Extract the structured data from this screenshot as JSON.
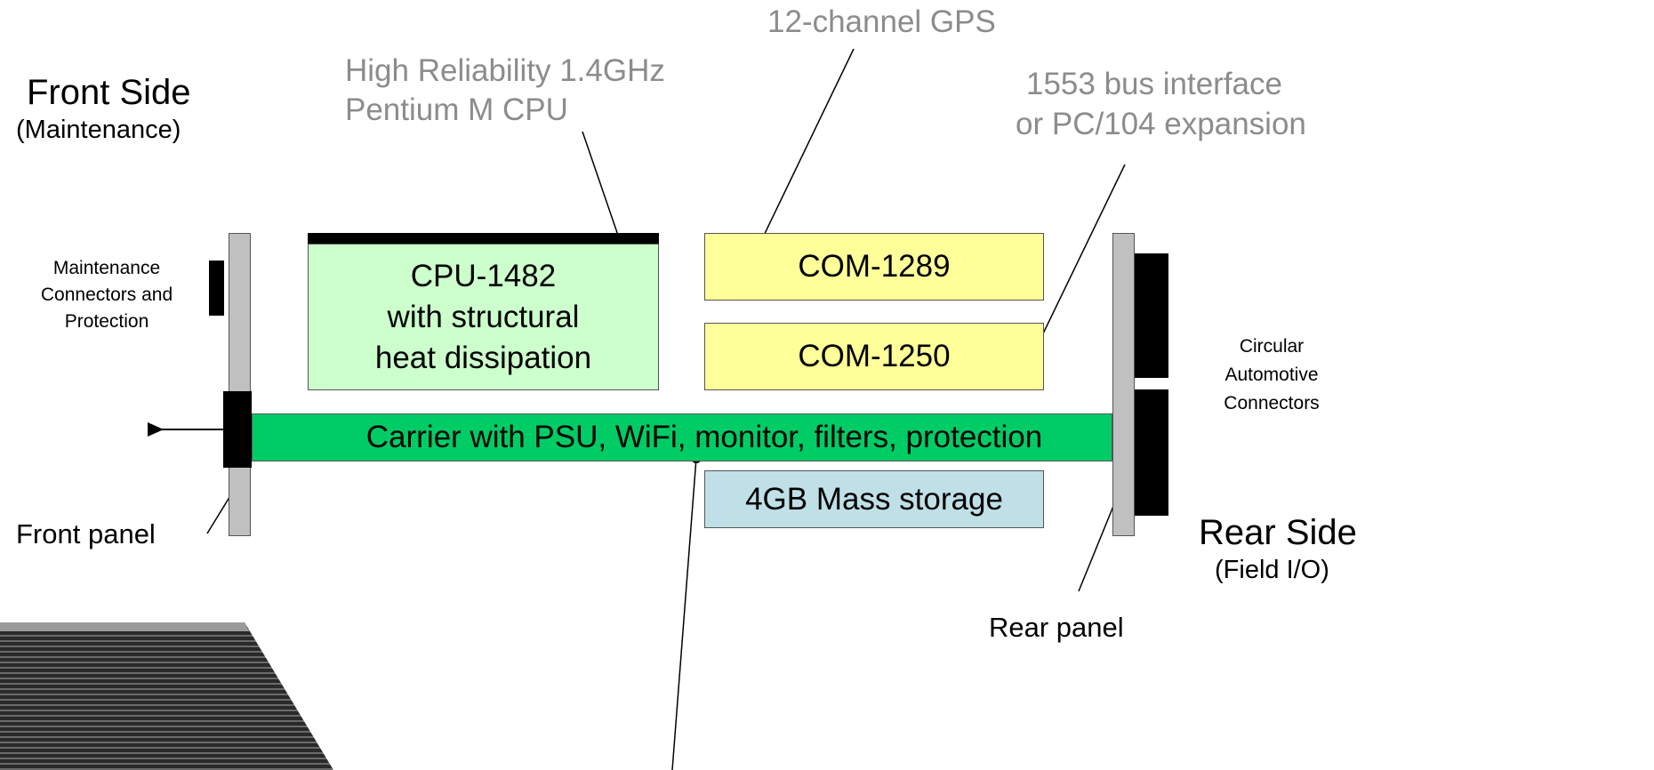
{
  "front": {
    "title": "Front Side",
    "subtitle": "(Maintenance)"
  },
  "rear": {
    "title": "Rear Side",
    "subtitle": "(Field I/O)"
  },
  "callouts": {
    "cpu_line1": "High Reliability 1.4GHz",
    "cpu_line2": "Pentium M CPU",
    "gps": "12-channel GPS",
    "bus_line1": "1553 bus interface",
    "bus_line2": "or PC/104 expansion"
  },
  "labels": {
    "maint_line1": "Maintenance",
    "maint_line2": "Connectors and",
    "maint_line3": "Protection",
    "circ_line1": "Circular",
    "circ_line2": "Automotive",
    "circ_line3": "Connectors",
    "front_panel": "Front panel",
    "rear_panel": "Rear panel"
  },
  "modules": {
    "cpu_line1": "CPU-1482",
    "cpu_line2": "with structural",
    "cpu_line3": "heat dissipation",
    "com1289": "COM-1289",
    "com1250": "COM-1250",
    "carrier": "Carrier with PSU, WiFi, monitor, filters, protection",
    "storage": "4GB Mass storage"
  },
  "colors": {
    "cpu_fill": "#ccffcc",
    "com_fill": "#ffff99",
    "carrier_fill": "#00cc66",
    "storage_fill": "#bfe0e6",
    "panel_fill": "#c0c0c0",
    "callout_text": "#8c8c8c"
  }
}
